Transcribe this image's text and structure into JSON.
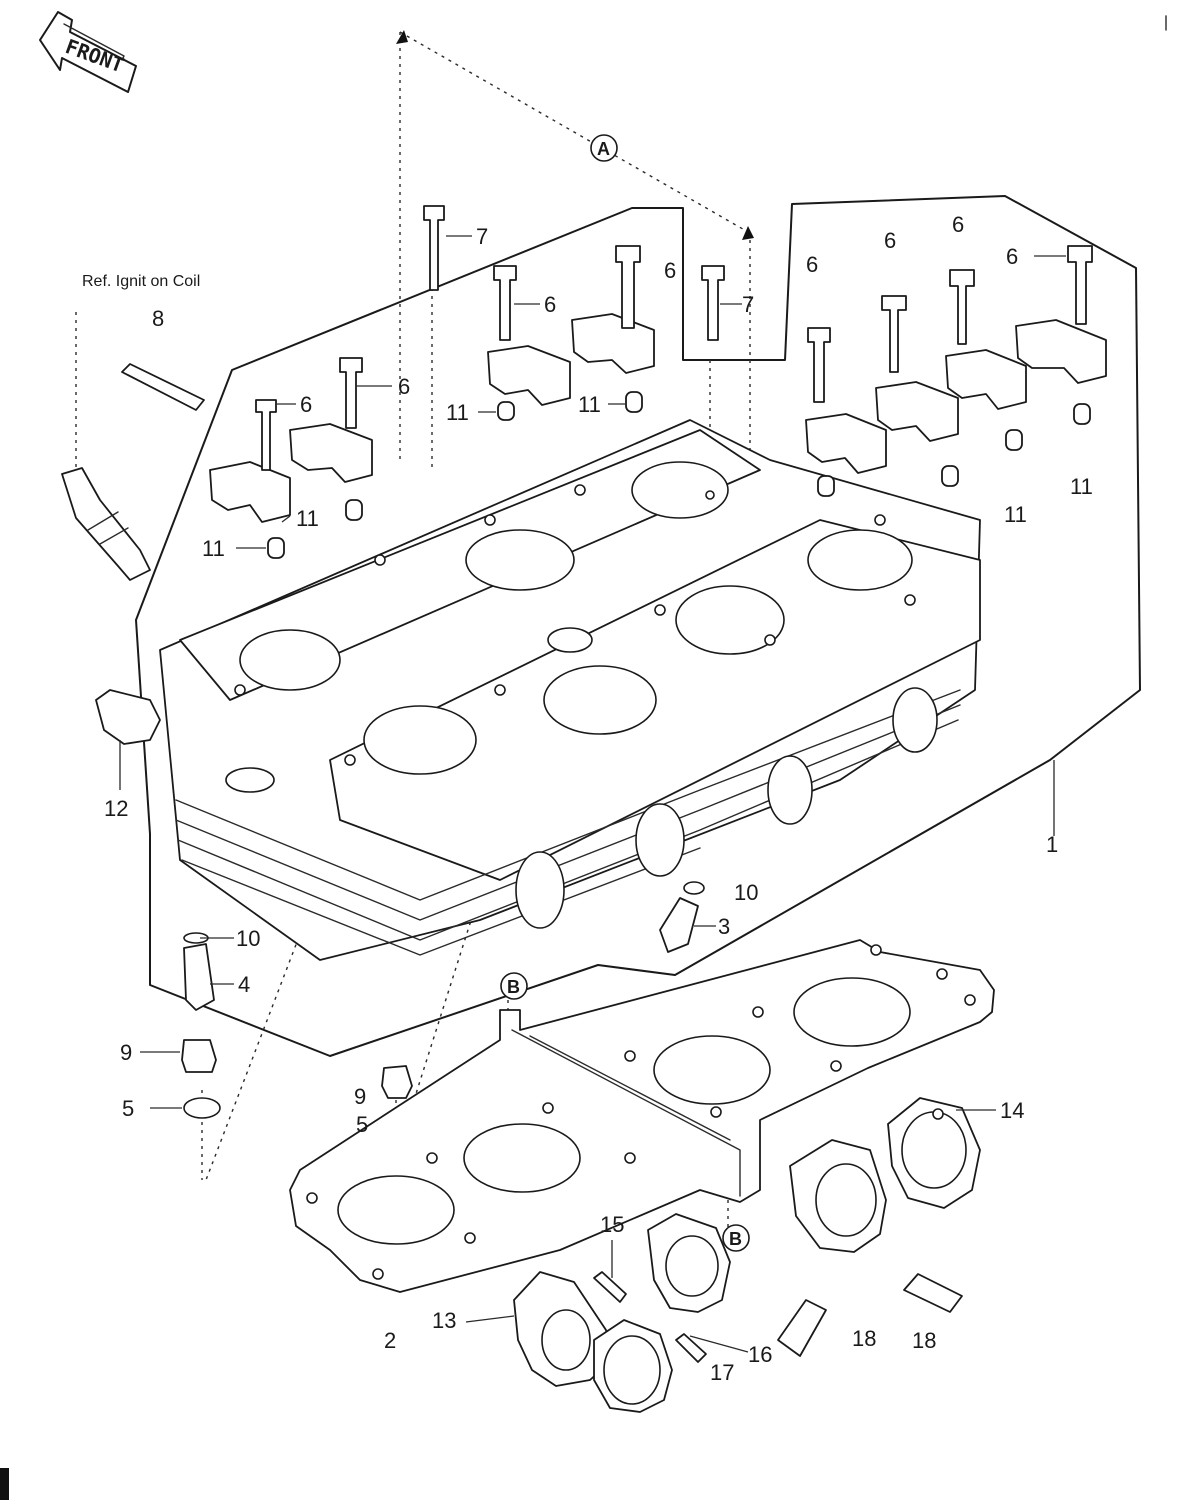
{
  "front_label": "FRONT",
  "ref_note": "Ref. Ignit on Coil",
  "detail_markers": {
    "a": "A",
    "b_top": "B",
    "b_bottom": "B"
  },
  "callouts": {
    "c1": "1",
    "c2": "2",
    "c3": "3",
    "c4": "4",
    "c5a": "5",
    "c5b": "5",
    "c6a": "6",
    "c6b": "6",
    "c6c": "6",
    "c6d": "6",
    "c6e": "6",
    "c6f": "6",
    "c6g": "6",
    "c6h": "6",
    "c7a": "7",
    "c7b": "7",
    "c8": "8",
    "c9a": "9",
    "c9b": "9",
    "c10a": "10",
    "c10b": "10",
    "c11a": "11",
    "c11b": "11",
    "c11c": "11",
    "c11d": "11",
    "c11e": "11",
    "c11f": "11",
    "c12": "12",
    "c13": "13",
    "c14": "14",
    "c15": "15",
    "c16": "16",
    "c17": "17",
    "c18a": "18",
    "c18b": "18"
  }
}
